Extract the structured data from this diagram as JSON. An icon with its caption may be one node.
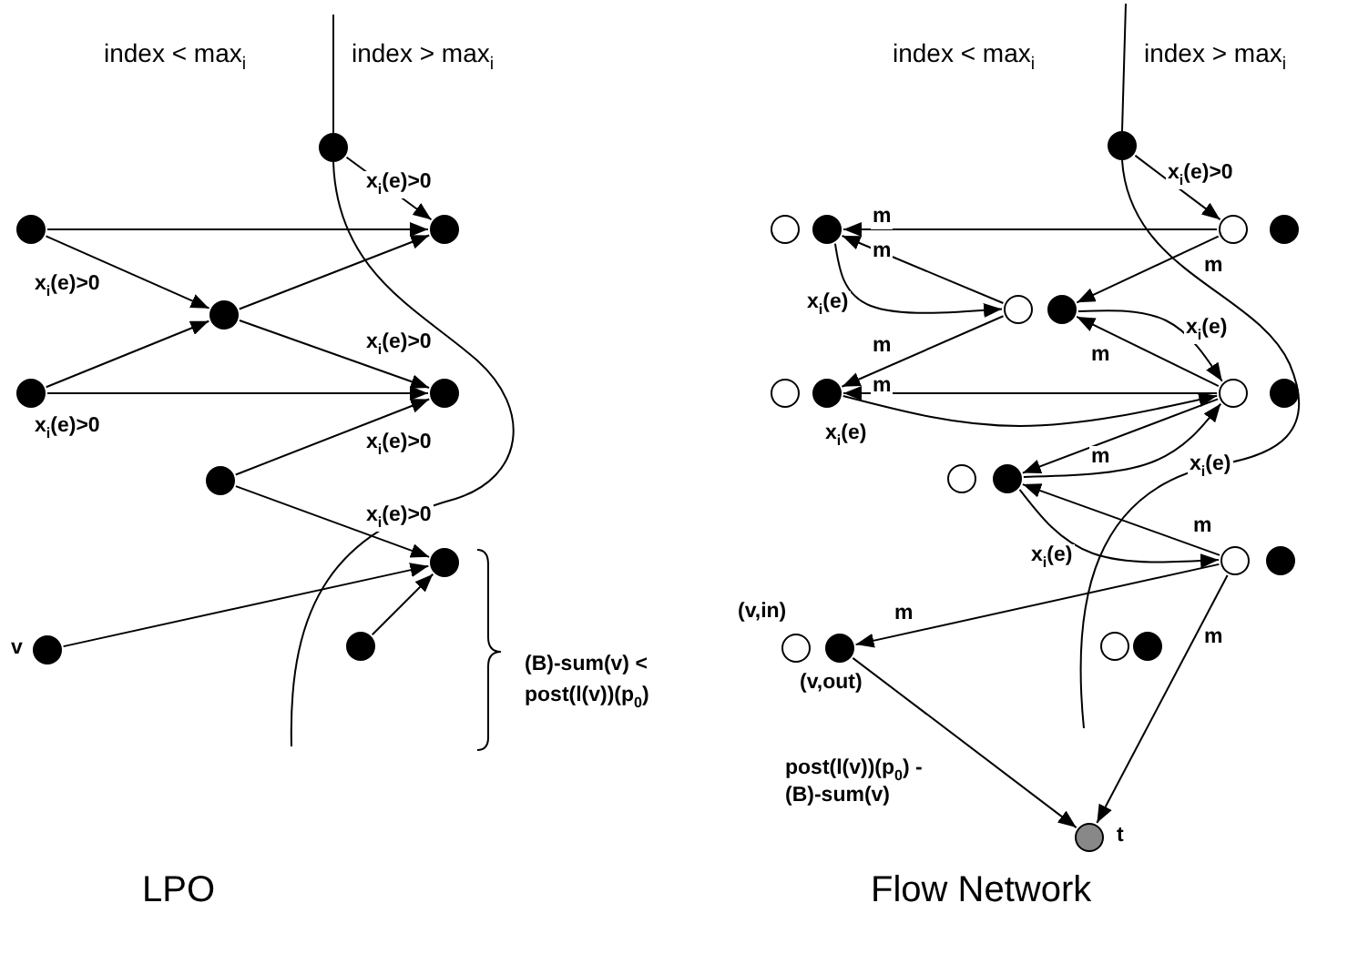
{
  "diagram": {
    "nodes": [
      {
        "text": [],
        "shape": "circle"
      },
      {
        "text": [],
        "shape": "circle"
      },
      {
        "text": [],
        "shape": "circle"
      },
      {
        "text": [],
        "shape": "circle"
      },
      {
        "text": [],
        "shape": "circle"
      },
      {
        "text": [],
        "shape": "circle"
      },
      {
        "text": [],
        "shape": "circle"
      },
      {
        "text": [],
        "shape": "circle"
      },
      {
        "text": [],
        "shape": "circle",
        "beside": [
          "v"
        ]
      },
      {
        "text": [],
        "shape": "circle"
      },
      {
        "text": [],
        "shape": "circle"
      },
      {
        "text": [],
        "shape": "circle"
      },
      {
        "text": [],
        "shape": "circle"
      },
      {
        "text": [],
        "shape": "circle"
      },
      {
        "text": [],
        "shape": "circle"
      },
      {
        "text": [],
        "shape": "circle"
      },
      {
        "text": [],
        "shape": "circle"
      },
      {
        "text": [],
        "shape": "circle"
      },
      {
        "text": [],
        "shape": "circle"
      },
      {
        "text": [],
        "shape": "circle"
      },
      {
        "text": [],
        "shape": "circle"
      },
      {
        "text": [],
        "shape": "circle"
      },
      {
        "text": [],
        "shape": "circle"
      },
      {
        "text": [],
        "shape": "circle"
      },
      {
        "text": [],
        "shape": "circle"
      },
      {
        "text": [],
        "shape": "circle",
        "beside": [
          "(v,in)"
        ]
      },
      {
        "text": [],
        "shape": "circle",
        "beside": [
          "(v,out)"
        ]
      },
      {
        "text": [],
        "shape": "circle"
      },
      {
        "text": [],
        "shape": "circle"
      },
      {
        "text": [],
        "shape": "circle",
        "beside": [
          "t"
        ]
      }
    ],
    "edges": [
      {
        "from": 0,
        "to": 2,
        "arrow": "to",
        "label": "x$_{i}$(e)>0"
      },
      {
        "from": 1,
        "to": 2,
        "arrow": "to"
      },
      {
        "from": 1,
        "to": 3,
        "arrow": "to",
        "label": "x$_{i}$(e)>0"
      },
      {
        "from": 4,
        "to": 3,
        "arrow": "to"
      },
      {
        "from": 3,
        "to": 2,
        "arrow": "to"
      },
      {
        "from": 3,
        "to": 5,
        "arrow": "to",
        "label": "x$_{i}$(e)>0"
      },
      {
        "from": 4,
        "to": 5,
        "arrow": "to",
        "label": "x$_{i}$(e)>0"
      },
      {
        "from": 6,
        "to": 5,
        "arrow": "to",
        "label": "x$_{i}$(e)>0"
      },
      {
        "from": 6,
        "to": 7,
        "arrow": "to",
        "label": "x$_{i}$(e)>0"
      },
      {
        "from": 8,
        "to": 7,
        "arrow": "to"
      },
      {
        "from": 9,
        "to": 7,
        "arrow": "to"
      },
      {
        "from": 10,
        "to": 13,
        "arrow": "to",
        "label": "x$_{i}$(e)>0"
      },
      {
        "from": 13,
        "to": 12,
        "arrow": "to",
        "label": "m"
      },
      {
        "from": 15,
        "to": 12,
        "arrow": "to",
        "label": "m"
      },
      {
        "from": 12,
        "to": 15,
        "arrow": "to",
        "label": "x$_{i}$(e)"
      },
      {
        "from": 13,
        "to": 16,
        "arrow": "to",
        "label": "m"
      },
      {
        "from": 16,
        "to": 19,
        "arrow": "to",
        "label": "x$_{i}$(e)"
      },
      {
        "from": 19,
        "to": 16,
        "arrow": "to",
        "label": "m"
      },
      {
        "from": 15,
        "to": 18,
        "arrow": "to",
        "label": "m"
      },
      {
        "from": 19,
        "to": 18,
        "arrow": "to",
        "label": "m"
      },
      {
        "from": 18,
        "to": 19,
        "arrow": "to",
        "label": "x$_{i}$(e)"
      },
      {
        "from": 19,
        "to": 22,
        "arrow": "to",
        "label": "m"
      },
      {
        "from": 22,
        "to": 19,
        "arrow": "to",
        "label": "x$_{i}$(e)"
      },
      {
        "from": 23,
        "to": 22,
        "arrow": "to",
        "label": "m"
      },
      {
        "from": 22,
        "to": 23,
        "arrow": "to",
        "label": "x$_{i}$(e)"
      },
      {
        "from": 23,
        "to": 26,
        "arrow": "to",
        "label": "m"
      },
      {
        "from": 23,
        "to": 29,
        "arrow": "to",
        "label": "m"
      },
      {
        "from": 26,
        "to": 29,
        "arrow": "to",
        "label": "post(l(v))(p$_{0}$) - (B)-sum(v)"
      }
    ],
    "labels": [
      "index < max$_{i}$",
      "index > max$_{i}$",
      "index < max$_{i}$",
      "index > max$_{i}$",
      "(B)-sum(v) < post(l(v))(p$_{0}$)",
      "LPO",
      "Flow Network"
    ]
  }
}
